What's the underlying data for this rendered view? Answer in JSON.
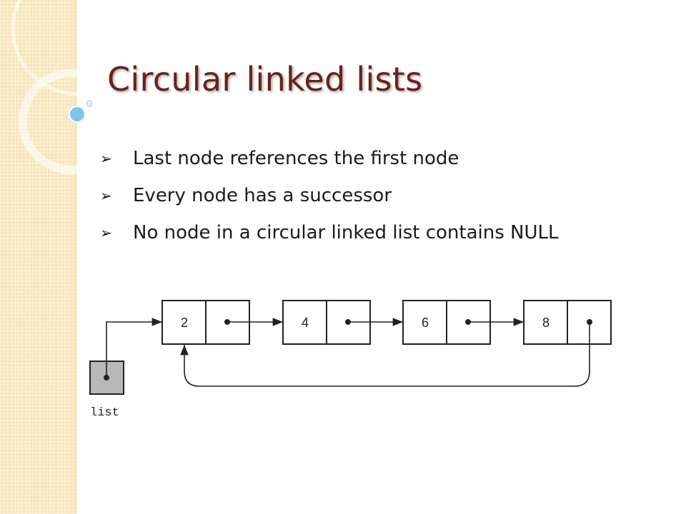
{
  "slide": {
    "title": "Circular linked lists",
    "bullet_icon": "arrowhead-bullet-icon",
    "bullets": [
      "Last node references the first node",
      "Every node has a successor",
      "No node in a circular linked list contains NULL"
    ]
  },
  "diagram": {
    "nodes": [
      "2",
      "4",
      "6",
      "8"
    ],
    "pointer_label": "list"
  },
  "colors": {
    "title": "#6b2218",
    "sidebar": "#f6e4b6",
    "pointer_fill": "#b9b9b9",
    "accent_dot": "#7cc4ee"
  }
}
